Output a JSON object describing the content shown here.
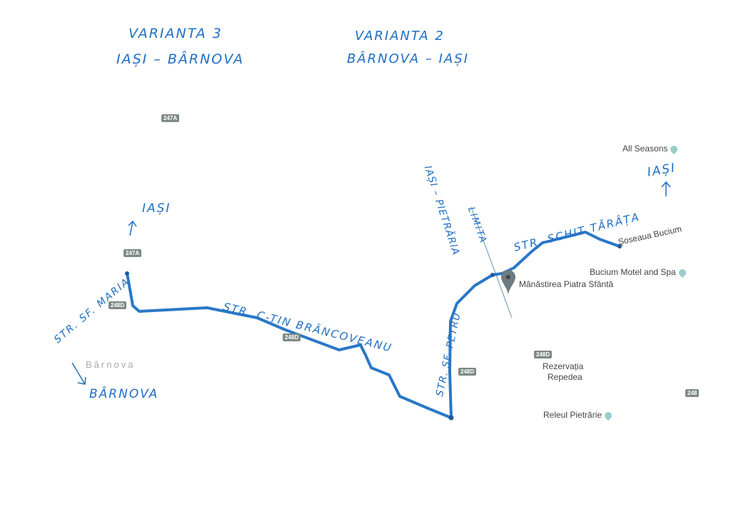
{
  "annotations": {
    "variant3_title": "VARIANTA 3",
    "variant3_route": "IAȘI – BÂRNOVA",
    "variant2_title": "VARIANTA 2",
    "variant2_route": "BÂRNOVA – IAȘI",
    "iasi_left": "IAȘI",
    "iasi_right": "IAȘI",
    "barnova_arrow": "BÂRNOVA",
    "str_sf_maria": "STR. SF. MARIA",
    "str_brancoveanu": "STR. C-TIN BRÂNCOVEANU",
    "str_sf_petru": "STR. SF. PETRU",
    "iasi_pietraria": "IAȘI – PIETRĂRIA",
    "limita": "LIMITA",
    "str_schit_tarata": "STR. SCHIT TĂRÂȚA"
  },
  "map_labels": {
    "all_seasons": "All Seasons",
    "soseaua_bucium": "Șoseaua Bucium",
    "bucium_motel": "Bucium Motel and Spa",
    "manastirea": "Mânăstirea Piatra Sfântă",
    "rezervatia": "Rezervația",
    "repedea": "Repedea",
    "releul": "Releul Pietrărie",
    "barnova_town": "Bârnova"
  },
  "road_shields": [
    "247A",
    "247A",
    "248D",
    "248D",
    "248D",
    "248D",
    "248"
  ],
  "colors": {
    "ink": "#1f6fc4",
    "route": "#2a78c8",
    "shield": "#7d8a85"
  }
}
